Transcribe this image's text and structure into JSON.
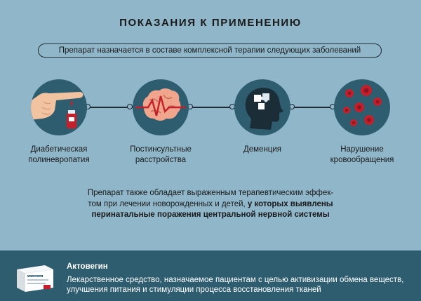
{
  "title": "ПОКАЗАНИЯ К ПРИМЕНЕНИЮ",
  "subtitle": "Препарат назначается в составе комплексной терапии следующих заболеваний",
  "indications": [
    {
      "icon": "finger-blood-drop-icon",
      "label_line1": "Диабетическая",
      "label_line2": "полиневропатия"
    },
    {
      "icon": "brain-heartbeat-icon",
      "label_line1": "Постинсультные",
      "label_line2": "расстройства"
    },
    {
      "icon": "head-puzzle-icon",
      "label_line1": "Деменция",
      "label_line2": ""
    },
    {
      "icon": "red-blood-cells-icon",
      "label_line1": "Нарушение",
      "label_line2": "кровообращения"
    }
  ],
  "note": {
    "line1": "Препарат также обладает выраженным терапевтическим эффек-",
    "line2_regular": "том при лечении новорожденных и детей, ",
    "line2_bold": "у которых выявлены",
    "line3_bold": "перинатальные поражения центральной нервной системы"
  },
  "footer": {
    "title": "Актовегин",
    "text": "Лекарственное средство, назначаемое пациентам  с целью активизации обмена веществ, улучшения питания и стимуляции процесса восстановления тканей",
    "package_label": "Актовегин"
  },
  "colors": {
    "background": "#8fb6c9",
    "circle": "#2f5d70",
    "footer": "#2f5d70",
    "blood": "#c4202c",
    "skin": "#f2c3a0"
  }
}
